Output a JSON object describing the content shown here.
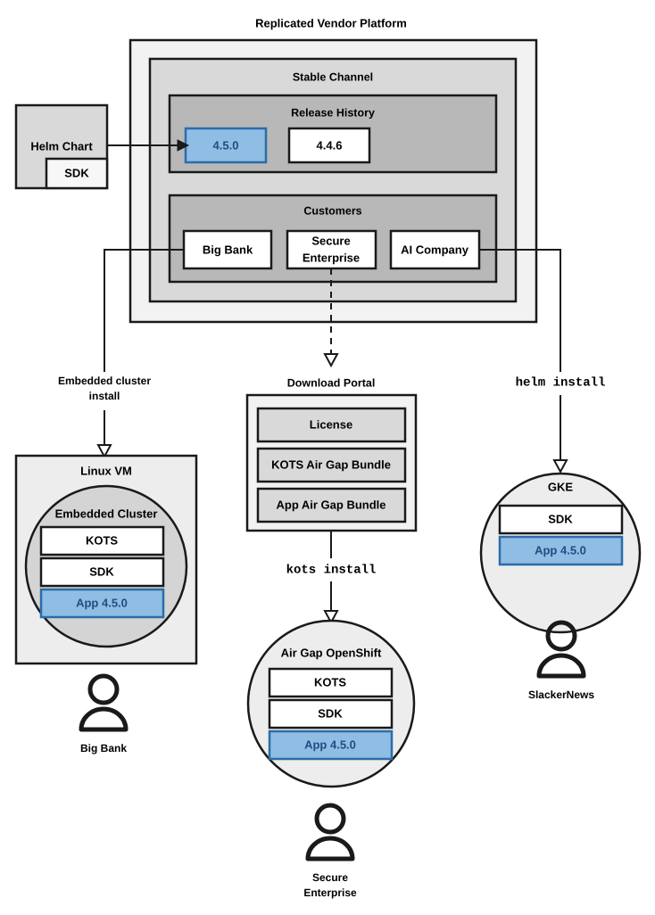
{
  "diagram": {
    "title": "Replicated Vendor Platform",
    "colors": {
      "outer_fill": "#f2f2f2",
      "channel_fill": "#d9d9d9",
      "group_fill": "#b8b8b8",
      "box_fill": "#ffffff",
      "shaded_fill": "#d9d9d9",
      "circle_fill": "#ededed",
      "inner_circle_fill": "#d4d4d4",
      "accent_blue_fill": "#8fbde4",
      "accent_blue_border": "#2d6ca8",
      "accent_blue_text": "#1c4e80",
      "stroke": "#1a1a1a",
      "background": "#ffffff"
    },
    "platform": {
      "label": "Replicated Vendor Platform",
      "channel": {
        "label": "Stable Channel",
        "release_history": {
          "label": "Release History",
          "releases": [
            {
              "version": "4.5.0",
              "highlighted": true
            },
            {
              "version": "4.4.6",
              "highlighted": false
            }
          ]
        },
        "customers": {
          "label": "Customers",
          "items": [
            {
              "name": "Big Bank"
            },
            {
              "name": "Secure Enterprise"
            },
            {
              "name": "AI Company"
            }
          ]
        }
      }
    },
    "helm_chart": {
      "label": "Helm Chart",
      "sdk_label": "SDK"
    },
    "edge_labels": {
      "embedded_cluster_install_line1": "Embedded cluster",
      "embedded_cluster_install_line2": "install",
      "kots_install": "kots install",
      "helm_install": "helm install"
    },
    "download_portal": {
      "label": "Download Portal",
      "artifacts": [
        "License",
        "KOTS Air Gap Bundle",
        "App Air Gap Bundle"
      ]
    },
    "targets": [
      {
        "id": "linux-vm",
        "label": "Linux VM",
        "inner_label": "Embedded Cluster",
        "components": [
          {
            "name": "KOTS",
            "highlighted": false
          },
          {
            "name": "SDK",
            "highlighted": false
          },
          {
            "name": "App 4.5.0",
            "highlighted": true
          }
        ],
        "customer": "Big Bank"
      },
      {
        "id": "air-gap-openshift",
        "label": "Air Gap OpenShift",
        "components": [
          {
            "name": "KOTS",
            "highlighted": false
          },
          {
            "name": "SDK",
            "highlighted": false
          },
          {
            "name": "App 4.5.0",
            "highlighted": true
          }
        ],
        "customer_line1": "Secure",
        "customer_line2": "Enterprise"
      },
      {
        "id": "gke",
        "label": "GKE",
        "components": [
          {
            "name": "SDK",
            "highlighted": false
          },
          {
            "name": "App 4.5.0",
            "highlighted": true
          }
        ],
        "customer": "SlackerNews"
      }
    ]
  }
}
